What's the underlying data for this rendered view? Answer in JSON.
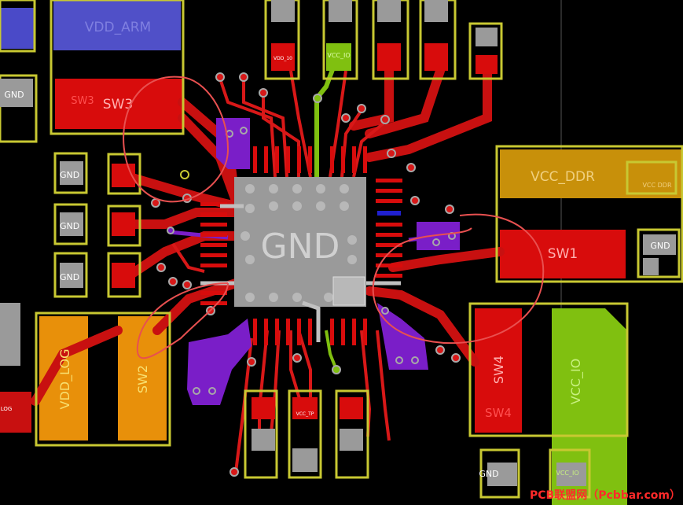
{
  "title": "PCB layout view",
  "colors": {
    "background": "#000000",
    "trace_red": "#c81010",
    "pad_red": "#d80c0c",
    "silk_yellow": "#c8c832",
    "via_grey": "#a8a8a8",
    "pad_grey": "#9a9a9a",
    "purple": "#7a1ec8",
    "orange": "#e8900a",
    "olive": "#c8900a",
    "lime": "#80c010",
    "blue": "#5050c8",
    "annotation": "#e85050"
  },
  "labels": {
    "vdd_arm": "VDD_ARM",
    "sw3": "SW3",
    "sw3_small": "SW3",
    "gnd_center": "GND",
    "sw1": "SW1",
    "vcc_ddr": "VCC_DDR",
    "vcc_ddr_small": "VCC DDR",
    "vdd_log": "VDD_LOG",
    "sw2": "SW2",
    "sw4": "SW4",
    "sw4_small": "SW4",
    "vcc_io": "VCC_IO",
    "vcc_io_small": "VCC_IO",
    "gnd_left_top": "GND",
    "gnd_left_1": "GND",
    "gnd_left_2": "GND",
    "gnd_left_3": "GND",
    "gnd_right": "GND",
    "gnd_bottom_right": "GND",
    "vdd_10": "VDD_10",
    "vcc_io_top": "VCC_IO",
    "vcc_tp": "VCC_TP",
    "log_small": "LOG",
    "watermark": "PCB联盟网（Pcbbar.com）"
  }
}
